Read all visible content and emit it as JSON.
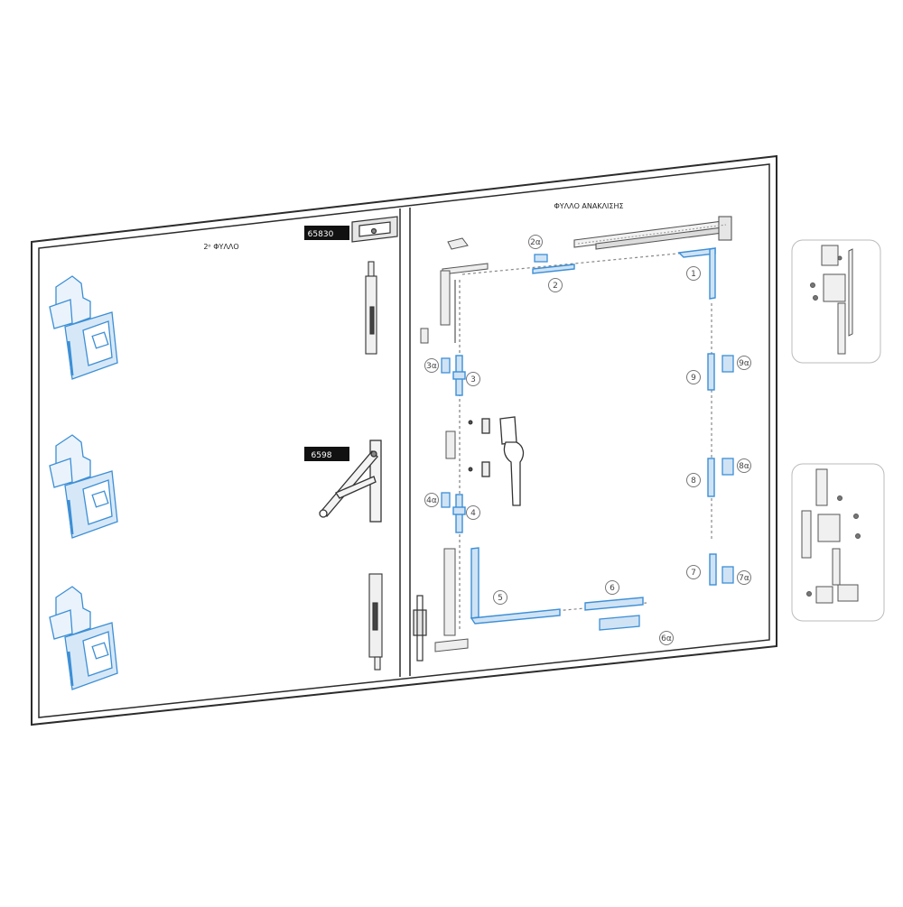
{
  "labels": {
    "left_sash_title": "2ᵒ ΦΥΛΛΟ",
    "right_sash_title": "ΦΥΛΛΟ ΑΝΑΚΛΙΣΗΣ",
    "code_top": "65830",
    "code_mid": "6598"
  },
  "callouts": {
    "c1": "1",
    "c2": "2",
    "c2a": "2α",
    "c3": "3",
    "c3a": "3α",
    "c4": "4",
    "c4a": "4α",
    "c5": "5",
    "c6": "6",
    "c6a": "6α",
    "c7": "7",
    "c7a": "7α",
    "c8": "8",
    "c8a": "8α",
    "c9": "9",
    "c9a": "9α"
  },
  "colors": {
    "line": "#2b2b2b",
    "part_gray": "#8a8a8a",
    "part_light": "#e6e6e6",
    "highlight": "#3d8fd6",
    "highlight_fill": "#cfe3f5",
    "callout": "#666666",
    "label_bg": "#111111",
    "label_text": "#ffffff"
  }
}
